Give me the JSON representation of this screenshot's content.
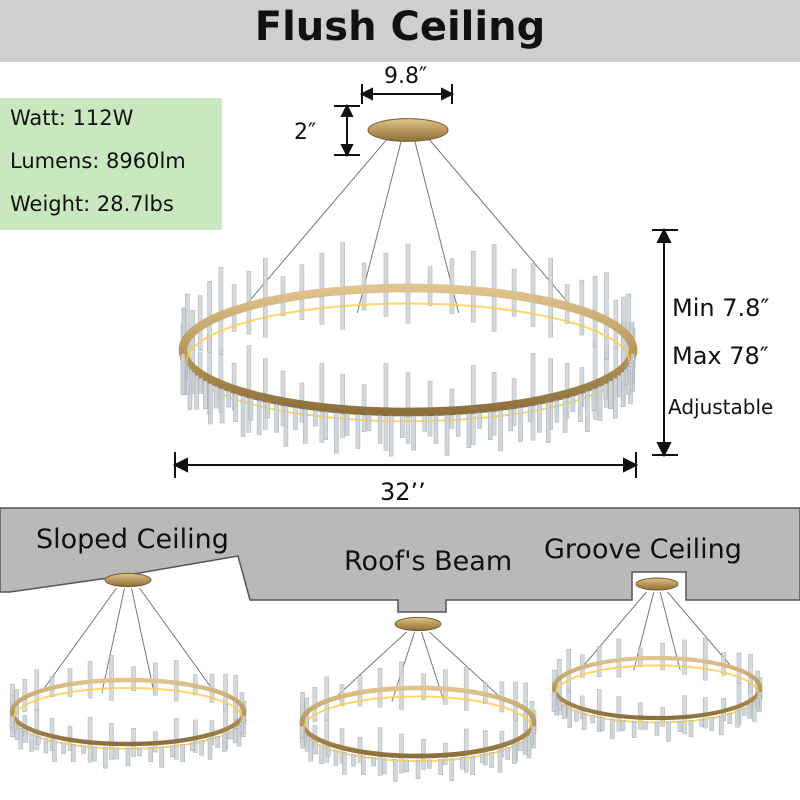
{
  "title": "Flush Ceiling",
  "specs": {
    "watt": "Watt: 112W",
    "lumens": "Lumens: 8960lm",
    "weight": "Weight: 28.7lbs"
  },
  "dimensions": {
    "canopy_width": "9.8″",
    "canopy_height": "2″",
    "height_min": "Min 7.8″",
    "height_max": "Max 78″",
    "adjustable": "Adjustable",
    "diameter": "32’’"
  },
  "installations": {
    "sloped": "Sloped Ceiling",
    "beam": "Roof's Beam",
    "groove": "Groove Ceiling"
  },
  "colors": {
    "header_bg": "#cfcfcf",
    "spec_bg": "#c9e8bf",
    "gold": "#b8975a",
    "crystal": "#ccd3d8",
    "glow": "#ffcc44"
  }
}
